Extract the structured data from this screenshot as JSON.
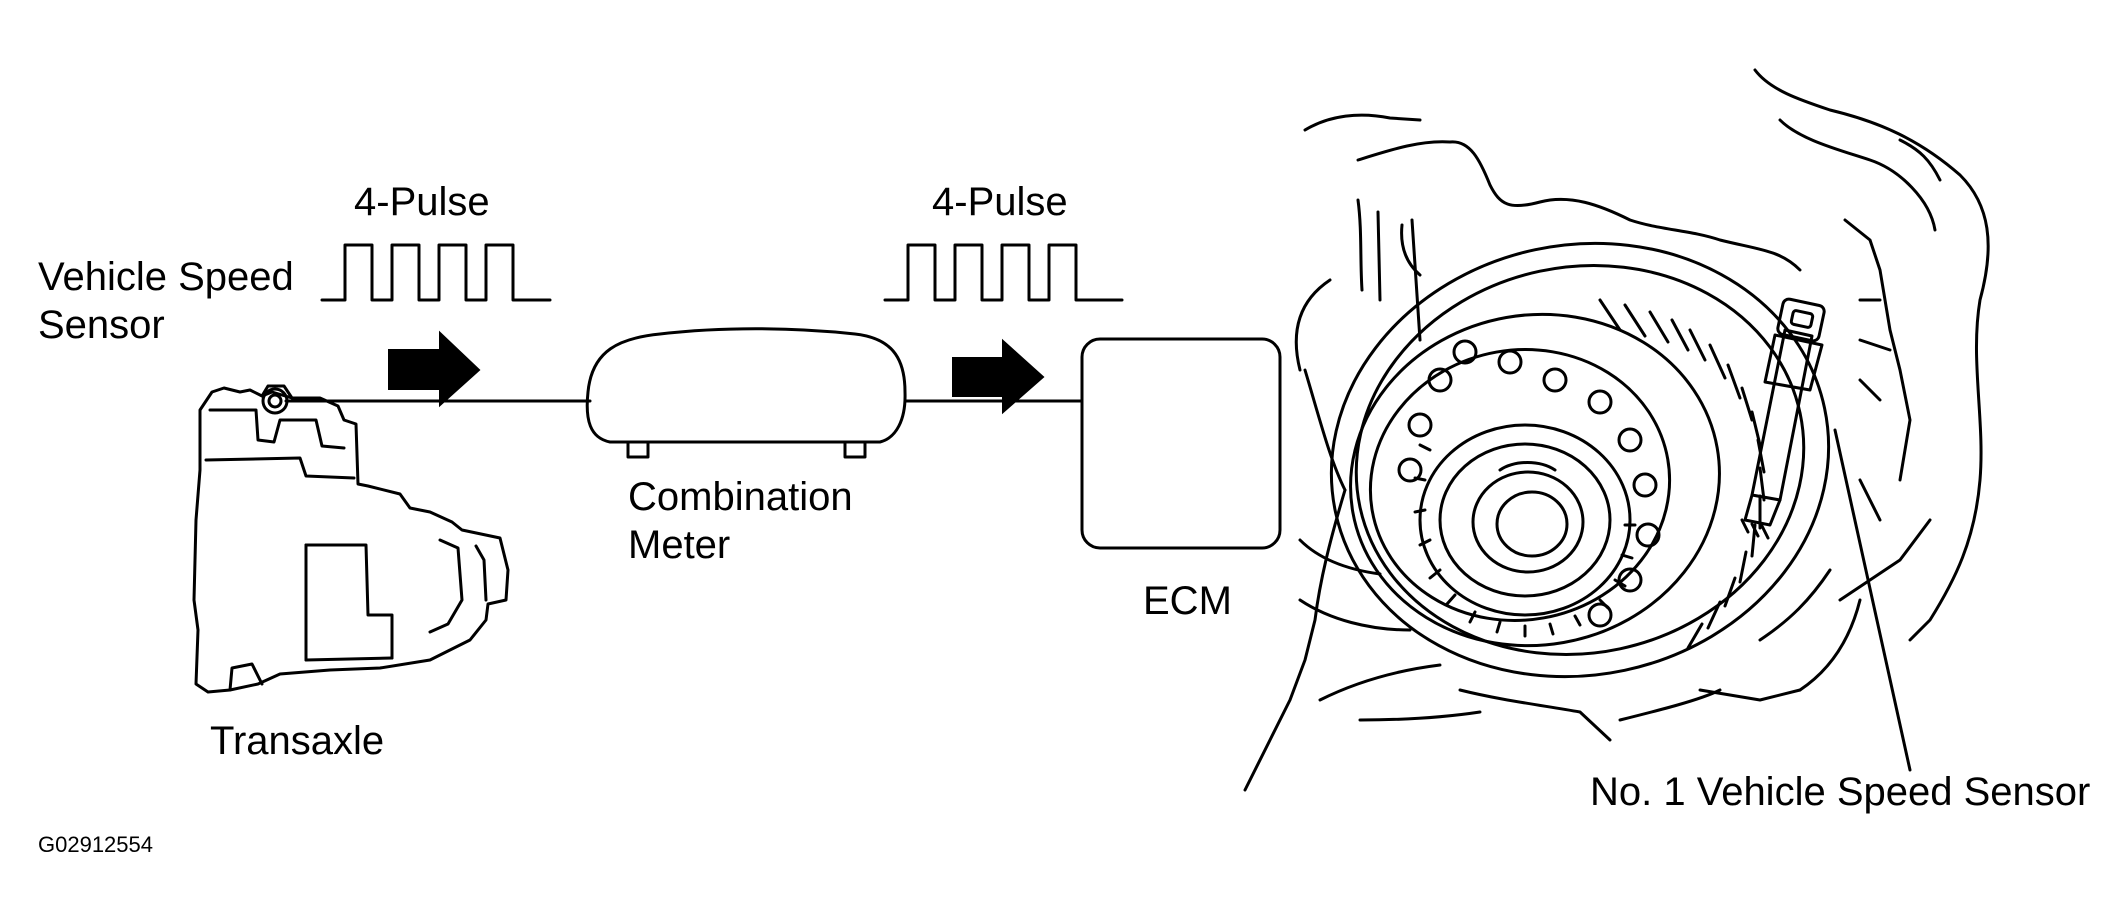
{
  "labels": {
    "pulse_left": "4-Pulse",
    "pulse_right": "4-Pulse",
    "vehicle_speed_sensor_line1": "Vehicle Speed",
    "vehicle_speed_sensor_line2": "Sensor",
    "transaxle": "Transaxle",
    "combination_meter_line1": "Combination",
    "combination_meter_line2": "Meter",
    "ecm": "ECM",
    "no1_vehicle_speed_sensor": "No. 1 Vehicle Speed Sensor"
  },
  "figure_code": "G02912554",
  "colors": {
    "stroke": "#000000",
    "background": "#ffffff"
  }
}
